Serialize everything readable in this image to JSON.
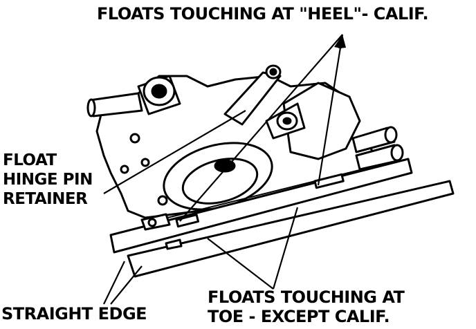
{
  "labels": {
    "heel": "FLOATS TOUCHING AT \"HEEL\"- CALIF.",
    "hinge_line1": "FLOAT",
    "hinge_line2": "HINGE PIN",
    "hinge_line3": "RETAINER",
    "straight_edge": "STRAIGHT EDGE",
    "toe_line1": "FLOATS TOUCHING AT",
    "toe_line2": "TOE - EXCEPT CALIF."
  },
  "colors": {
    "ink": "#000000",
    "paper": "#ffffff"
  }
}
